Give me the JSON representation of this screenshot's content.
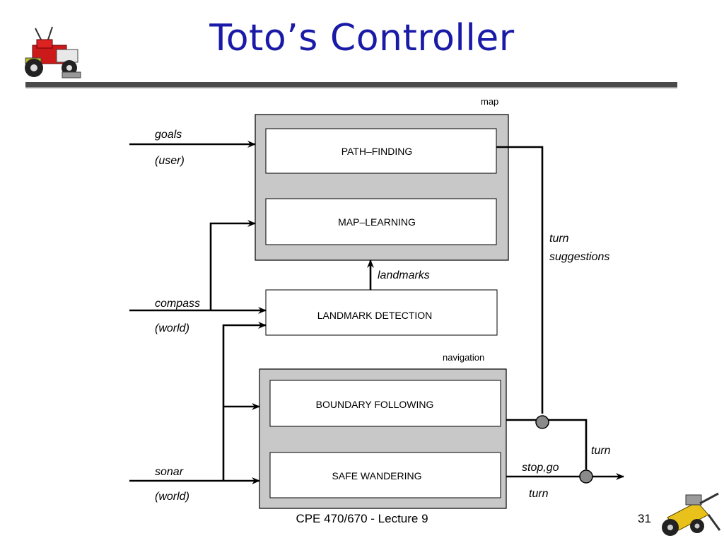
{
  "slide": {
    "title": "Toto’s Controller",
    "footer": "CPE 470/670 - Lecture 9",
    "page_number": "31"
  },
  "diagram": {
    "groups": {
      "map": "map",
      "navigation": "navigation"
    },
    "modules": {
      "path_finding": "PATH–FINDING",
      "map_learning": "MAP–LEARNING",
      "landmark_detection": "LANDMARK DETECTION",
      "boundary_following": "BOUNDARY FOLLOWING",
      "safe_wandering": "SAFE WANDERING"
    },
    "labels": {
      "goals": "goals",
      "user": "(user)",
      "compass": "compass",
      "world_1": "(world)",
      "sonar": "sonar",
      "world_2": "(world)",
      "landmarks": "landmarks",
      "turn_1": "turn",
      "suggestions": "suggestions",
      "turn_2": "turn",
      "stop_go": "stop,go",
      "turn_3": "turn"
    },
    "colors": {
      "group_fill": "#c8c8c8",
      "line": "#000000",
      "node": "#8a8a8a"
    }
  },
  "icons": [
    "robot-icon-top-left",
    "robot-icon-bottom-right"
  ]
}
